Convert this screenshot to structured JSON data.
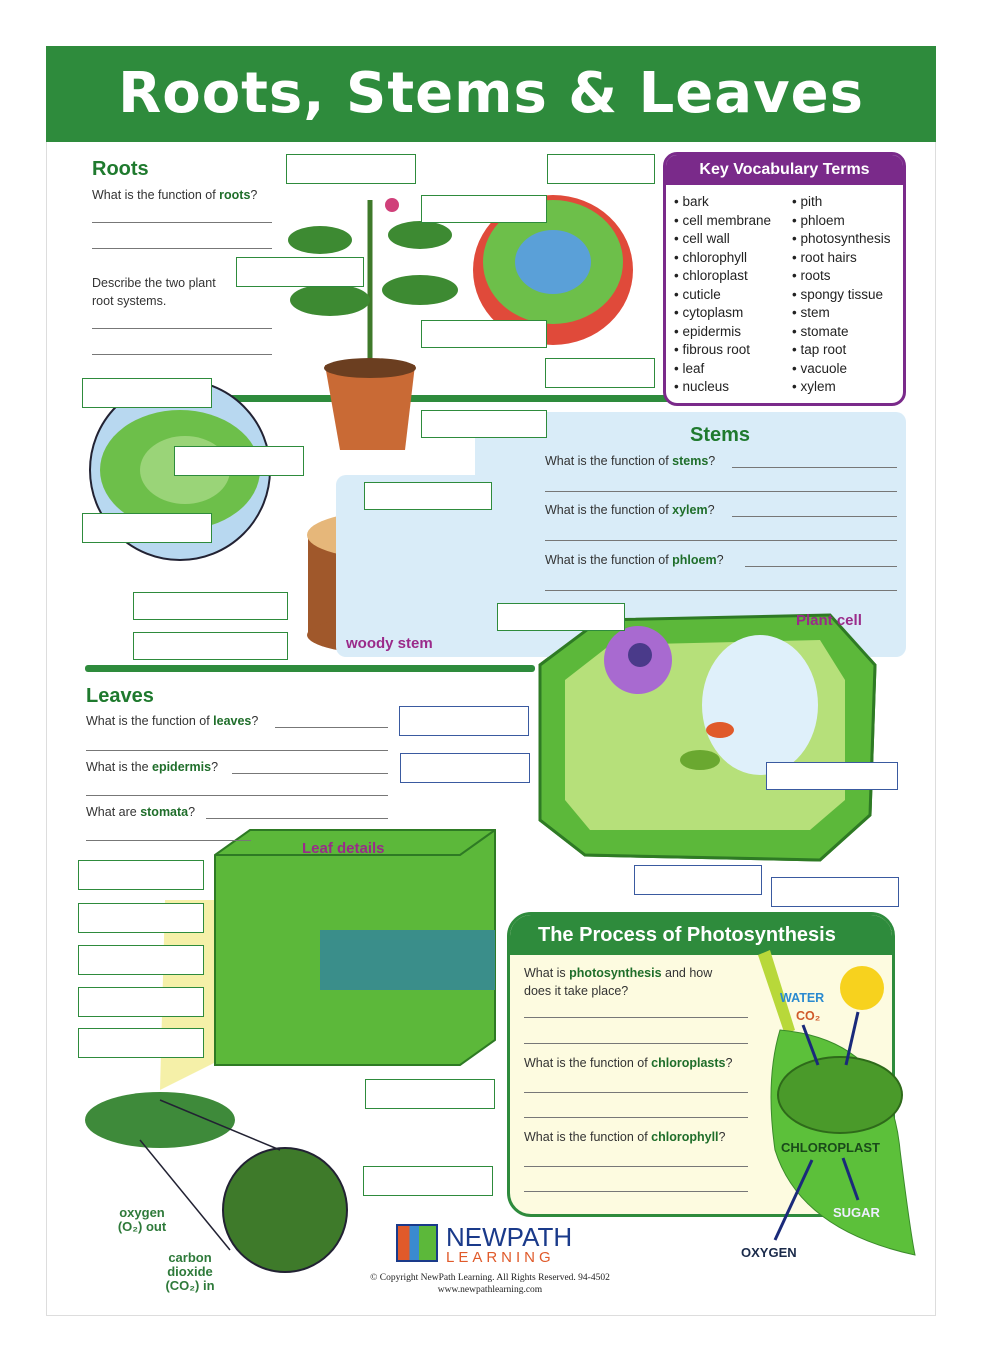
{
  "title": "Roots, Stems & Leaves",
  "roots": {
    "heading": "Roots",
    "q1_pre": "What is the function of ",
    "q1_bold": "roots",
    "q1_post": "?",
    "q2": "Describe the two plant root systems."
  },
  "vocab": {
    "heading": "Key Vocabulary Terms",
    "col1": [
      "bark",
      "cell membrane",
      "cell wall",
      "chlorophyll",
      "chloroplast",
      "cuticle",
      "cytoplasm",
      "epidermis",
      "fibrous root",
      "leaf",
      "nucleus"
    ],
    "col2": [
      "pith",
      "phloem",
      "photosynthesis",
      "root hairs",
      "roots",
      "spongy tissue",
      "stem",
      "stomate",
      "tap root",
      "vacuole",
      "xylem"
    ]
  },
  "stems": {
    "heading": "Stems",
    "questions": [
      {
        "pre": "What is the function of ",
        "bold": "stems",
        "post": "?"
      },
      {
        "pre": "What is the function of ",
        "bold": "xylem",
        "post": "?"
      },
      {
        "pre": "What is the function of ",
        "bold": "phloem",
        "post": "?"
      }
    ],
    "woody_stem": "woody stem"
  },
  "plant_cell": "Plant cell",
  "leaves": {
    "heading": "Leaves",
    "questions": [
      {
        "pre": "What is the function of ",
        "bold": "leaves",
        "post": "?"
      },
      {
        "pre": "What is the ",
        "bold": "epidermis",
        "post": "?"
      },
      {
        "pre": "What are ",
        "bold": "stomata",
        "post": "?"
      }
    ],
    "leaf_details": "Leaf details",
    "oxygen": "oxygen (O₂) out",
    "co2": "carbon dioxide (CO₂) in"
  },
  "photosynthesis": {
    "heading": "The Process of Photosynthesis",
    "questions": [
      {
        "pre": "What is ",
        "bold": "photosynthesis",
        "post": " and how does it take place?"
      },
      {
        "pre": "What is the function of ",
        "bold": "chloroplasts",
        "post": "?"
      },
      {
        "pre": "What is the function of ",
        "bold": "chlorophyll",
        "post": "?"
      }
    ],
    "water": "WATER",
    "co2": "CO₂",
    "chloroplast": "CHLOROPLAST",
    "sugar": "SUGAR",
    "oxygen": "OXYGEN"
  },
  "footer": {
    "logo_top": "NEWPATH",
    "logo_bottom": "LEARNING",
    "copyright": "© Copyright NewPath Learning. All Rights Reserved. 94-4502",
    "url": "www.newpathlearning.com"
  },
  "colors": {
    "green": "#2e8b3c",
    "purple": "#7a2a8a",
    "blue": "#d9ecf8"
  }
}
